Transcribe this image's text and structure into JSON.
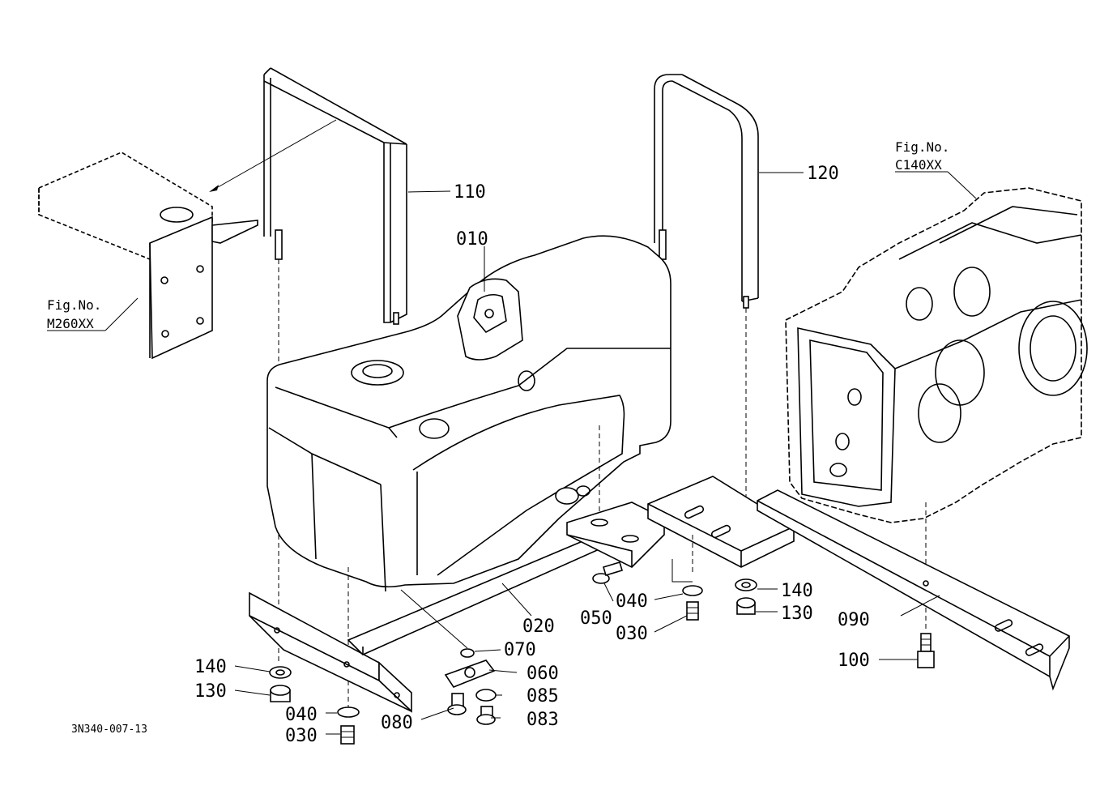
{
  "diagram": {
    "drawing_code": "3N340-007-13",
    "fig_refs": [
      {
        "id": "m260",
        "line1": "Fig.No.",
        "line2": "M260XX"
      },
      {
        "id": "c140",
        "line1": "Fig.No.",
        "line2": "C140XX"
      }
    ],
    "callouts": [
      {
        "id": "c110",
        "label": "110"
      },
      {
        "id": "c120",
        "label": "120"
      },
      {
        "id": "c010",
        "label": "010"
      },
      {
        "id": "c020",
        "label": "020"
      },
      {
        "id": "c070",
        "label": "070"
      },
      {
        "id": "c060",
        "label": "060"
      },
      {
        "id": "c085",
        "label": "085"
      },
      {
        "id": "c083",
        "label": "083"
      },
      {
        "id": "c080",
        "label": "080"
      },
      {
        "id": "c140a",
        "label": "140"
      },
      {
        "id": "c130a",
        "label": "130"
      },
      {
        "id": "c040a",
        "label": "040"
      },
      {
        "id": "c030a",
        "label": "030"
      },
      {
        "id": "c050",
        "label": "050"
      },
      {
        "id": "c040b",
        "label": "040"
      },
      {
        "id": "c030b",
        "label": "030"
      },
      {
        "id": "c140b",
        "label": "140"
      },
      {
        "id": "c130b",
        "label": "130"
      },
      {
        "id": "c090",
        "label": "090"
      },
      {
        "id": "c100",
        "label": "100"
      }
    ]
  }
}
